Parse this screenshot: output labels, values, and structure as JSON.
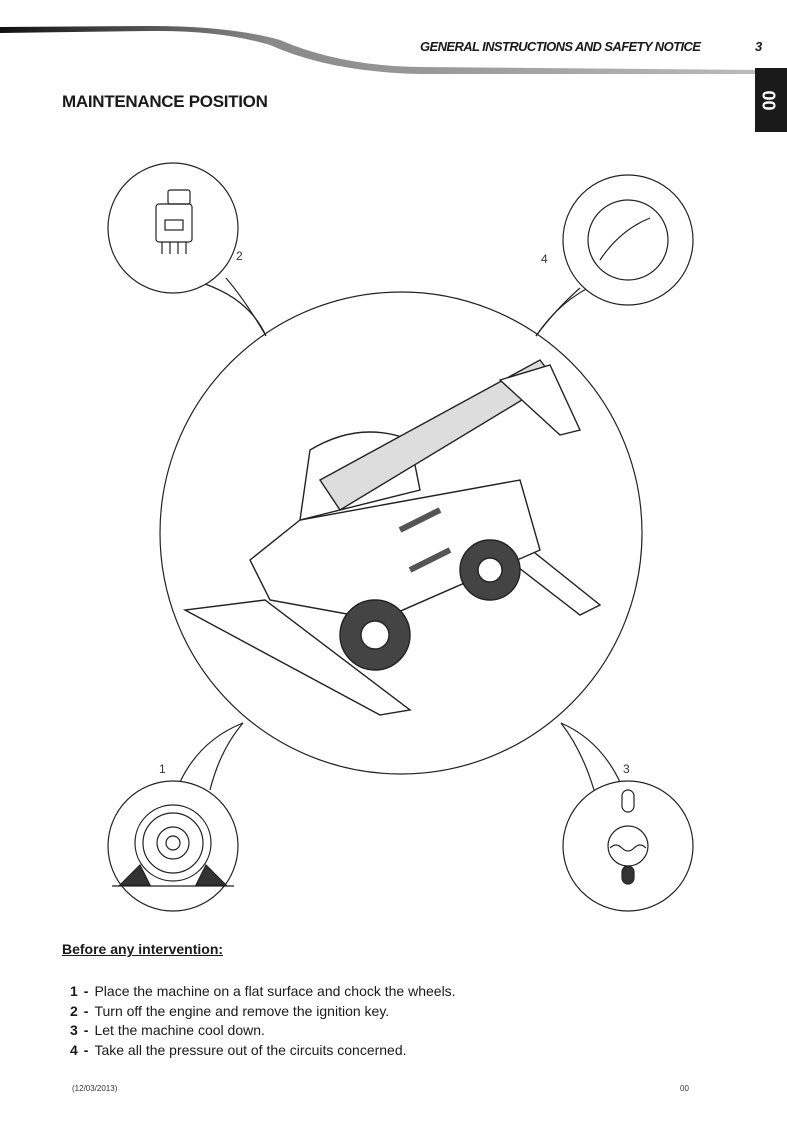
{
  "header": {
    "section_title": "GENERAL INSTRUCTIONS AND SAFETY NOTICE",
    "page_number": "3",
    "chapter_tab": "00"
  },
  "title": "MAINTENANCE POSITION",
  "figure": {
    "callouts": [
      "1",
      "2",
      "3",
      "4"
    ]
  },
  "before_heading": "Before any intervention:",
  "steps": [
    {
      "num": "1",
      "sep": "-",
      "text": "Place the machine on a flat surface and chock the wheels."
    },
    {
      "num": "2",
      "sep": "-",
      "text": "Turn off the engine and remove the ignition key."
    },
    {
      "num": "3",
      "sep": "-",
      "text": "Let the machine cool down."
    },
    {
      "num": "4",
      "sep": "-",
      "text": "Take all the pressure out of the circuits concerned."
    }
  ],
  "footer": {
    "date": "(12/03/2013)",
    "code": "00"
  }
}
